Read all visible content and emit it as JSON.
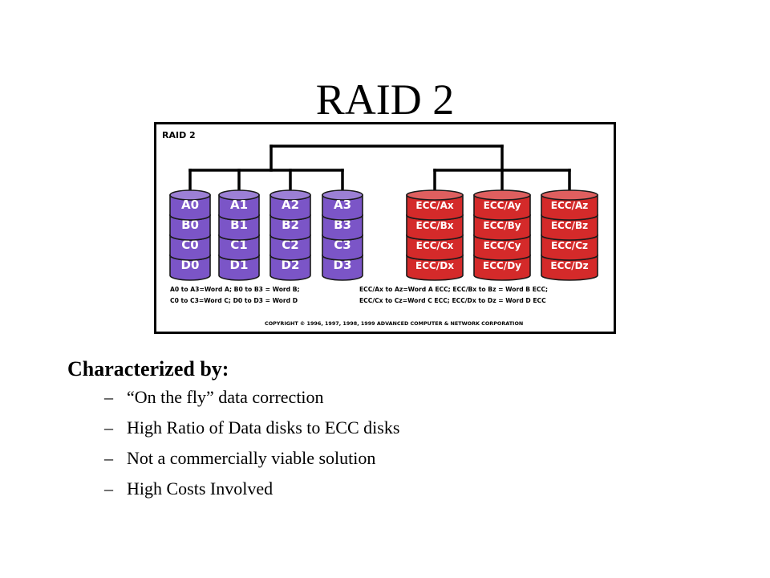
{
  "slide": {
    "title": "RAID 2",
    "heading": "Characterized by:",
    "bullet_marker": "–",
    "bullets": [
      "“On the fly” data correction",
      "High Ratio of Data disks to ECC disks",
      "Not a commercially viable solution",
      "High Costs Involved"
    ]
  },
  "diagram": {
    "label": "RAID 2",
    "colors": {
      "data_disk": "#7b55c7",
      "ecc_disk": "#d42a2a",
      "frame": "#000000"
    },
    "data_disks": [
      [
        "A0",
        "B0",
        "C0",
        "D0"
      ],
      [
        "A1",
        "B1",
        "C1",
        "D1"
      ],
      [
        "A2",
        "B2",
        "C2",
        "D2"
      ],
      [
        "A3",
        "B3",
        "C3",
        "D3"
      ]
    ],
    "ecc_disks": [
      [
        "ECC/Ax",
        "ECC/Bx",
        "ECC/Cx",
        "ECC/Dx"
      ],
      [
        "ECC/Ay",
        "ECC/By",
        "ECC/Cy",
        "ECC/Dy"
      ],
      [
        "ECC/Az",
        "ECC/Bz",
        "ECC/Cz",
        "ECC/Dz"
      ]
    ],
    "legend_data": [
      "A0 to A3=Word A; B0 to B3 = Word B;",
      "C0 to C3=Word C; D0 to D3 = Word D"
    ],
    "legend_ecc": [
      "ECC/Ax to Az=Word A ECC; ECC/Bx to Bz = Word B ECC;",
      "ECC/Cx to Cz=Word C ECC; ECC/Dx to Dz = Word D ECC"
    ],
    "copyright": "COPYRIGHT © 1996, 1997, 1998, 1999 ADVANCED COMPUTER & NETWORK CORPORATION"
  }
}
